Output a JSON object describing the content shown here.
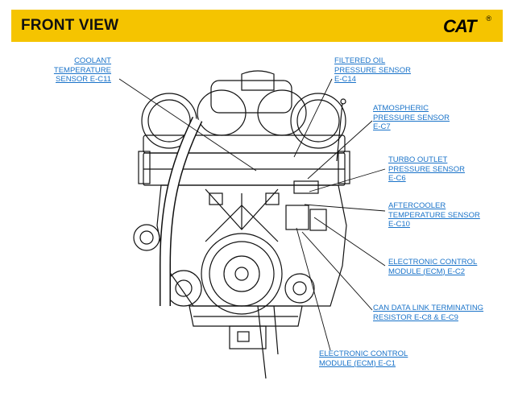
{
  "header": {
    "title": "FRONT VIEW",
    "logo_text": "CAT",
    "logo_mark": "®",
    "color": "#f5c400"
  },
  "callouts": [
    {
      "id": "coolant",
      "lines": [
        "COOLANT",
        "TEMPERATURE",
        "SENSOR E-C11"
      ]
    },
    {
      "id": "filtered-oil",
      "lines": [
        "FILTERED OIL",
        "PRESSURE SENSOR",
        "E-C14"
      ]
    },
    {
      "id": "atmospheric",
      "lines": [
        "ATMOSPHERIC",
        "PRESSURE SENSOR",
        "E-C7"
      ]
    },
    {
      "id": "turbo-outlet",
      "lines": [
        "TURBO OUTLET",
        "PRESSURE SENSOR",
        "E-C6"
      ]
    },
    {
      "id": "aftercooler",
      "lines": [
        "AFTERCOOLER",
        "TEMPERATURE SENSOR",
        "E-C10"
      ]
    },
    {
      "id": "ecm-c2",
      "lines": [
        "ELECTRONIC CONTROL",
        "MODULE (ECM) E-C2"
      ]
    },
    {
      "id": "can-data-link",
      "lines": [
        "CAN DATA LINK TERMINATING",
        "RESISTOR E-C8 & E-C9"
      ]
    },
    {
      "id": "ecm-c1",
      "lines": [
        "ELECTRONIC CONTROL",
        "MODULE (ECM) E-C1"
      ]
    }
  ],
  "colors": {
    "link": "#1a73c9",
    "line": "#111111"
  }
}
